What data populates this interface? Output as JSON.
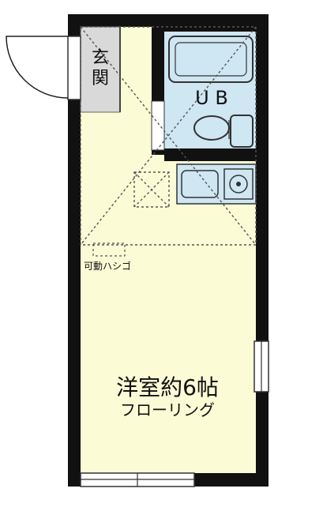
{
  "rooms": {
    "entrance": {
      "label_line1": "玄",
      "label_line2": "関"
    },
    "bath": {
      "label": "U B"
    },
    "loft_ladder": {
      "label": "可動ハシゴ"
    },
    "main_room": {
      "title": "洋室約6帖",
      "subtitle": "フローリング"
    }
  },
  "colors": {
    "wall": "#111111",
    "floor": "#fbfbd6",
    "bath": "#cfe6f3",
    "entrance": "#d9d9d9",
    "outline": "#333333"
  }
}
